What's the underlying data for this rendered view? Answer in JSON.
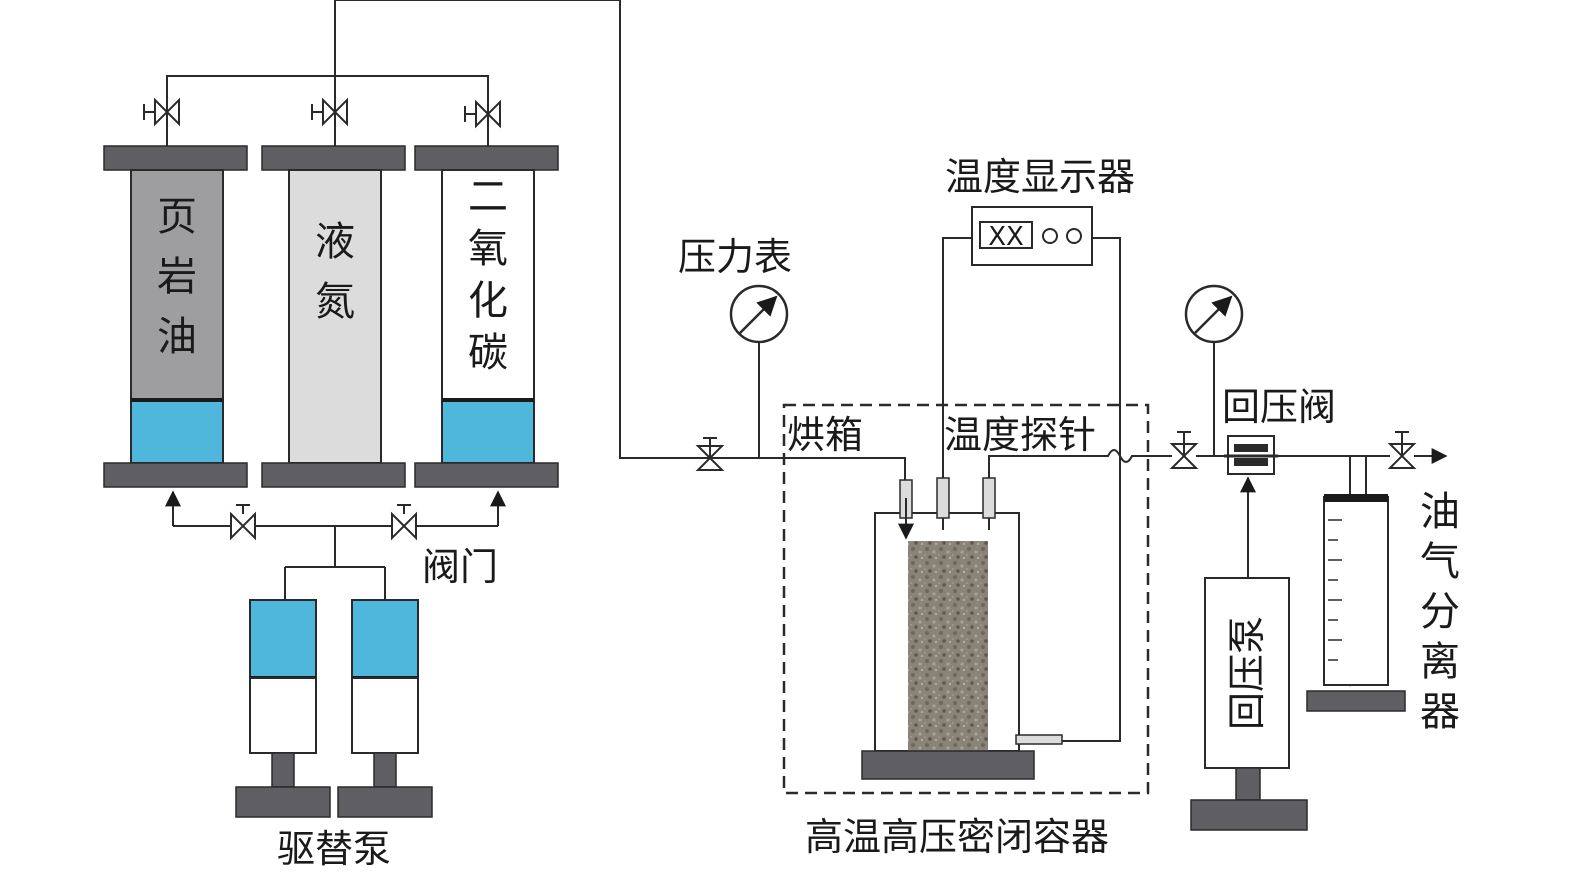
{
  "labels": {
    "shale_oil": "页岩油",
    "liquid_nitrogen": "液氮",
    "carbon_dioxide": "二氧化碳",
    "valve": "阀门",
    "displacement_pump": "驱替泵",
    "pressure_gauge": "压力表",
    "oven": "烘箱",
    "temperature_display": "温度显示器",
    "temperature_probe": "温度探针",
    "sealed_vessel": "高温高压密闭容器",
    "back_pressure_valve": "回压阀",
    "back_pressure_pump": "回压泵",
    "oil_gas_separator": "油气分离器"
  },
  "display_readout": "XX",
  "colors": {
    "plate": "#5f5f63",
    "oil_fill": "#9e9ea0",
    "nitrogen_fill": "#dcdcdc",
    "water_fill": "#4fb6dc",
    "rock": "#8a8378"
  }
}
